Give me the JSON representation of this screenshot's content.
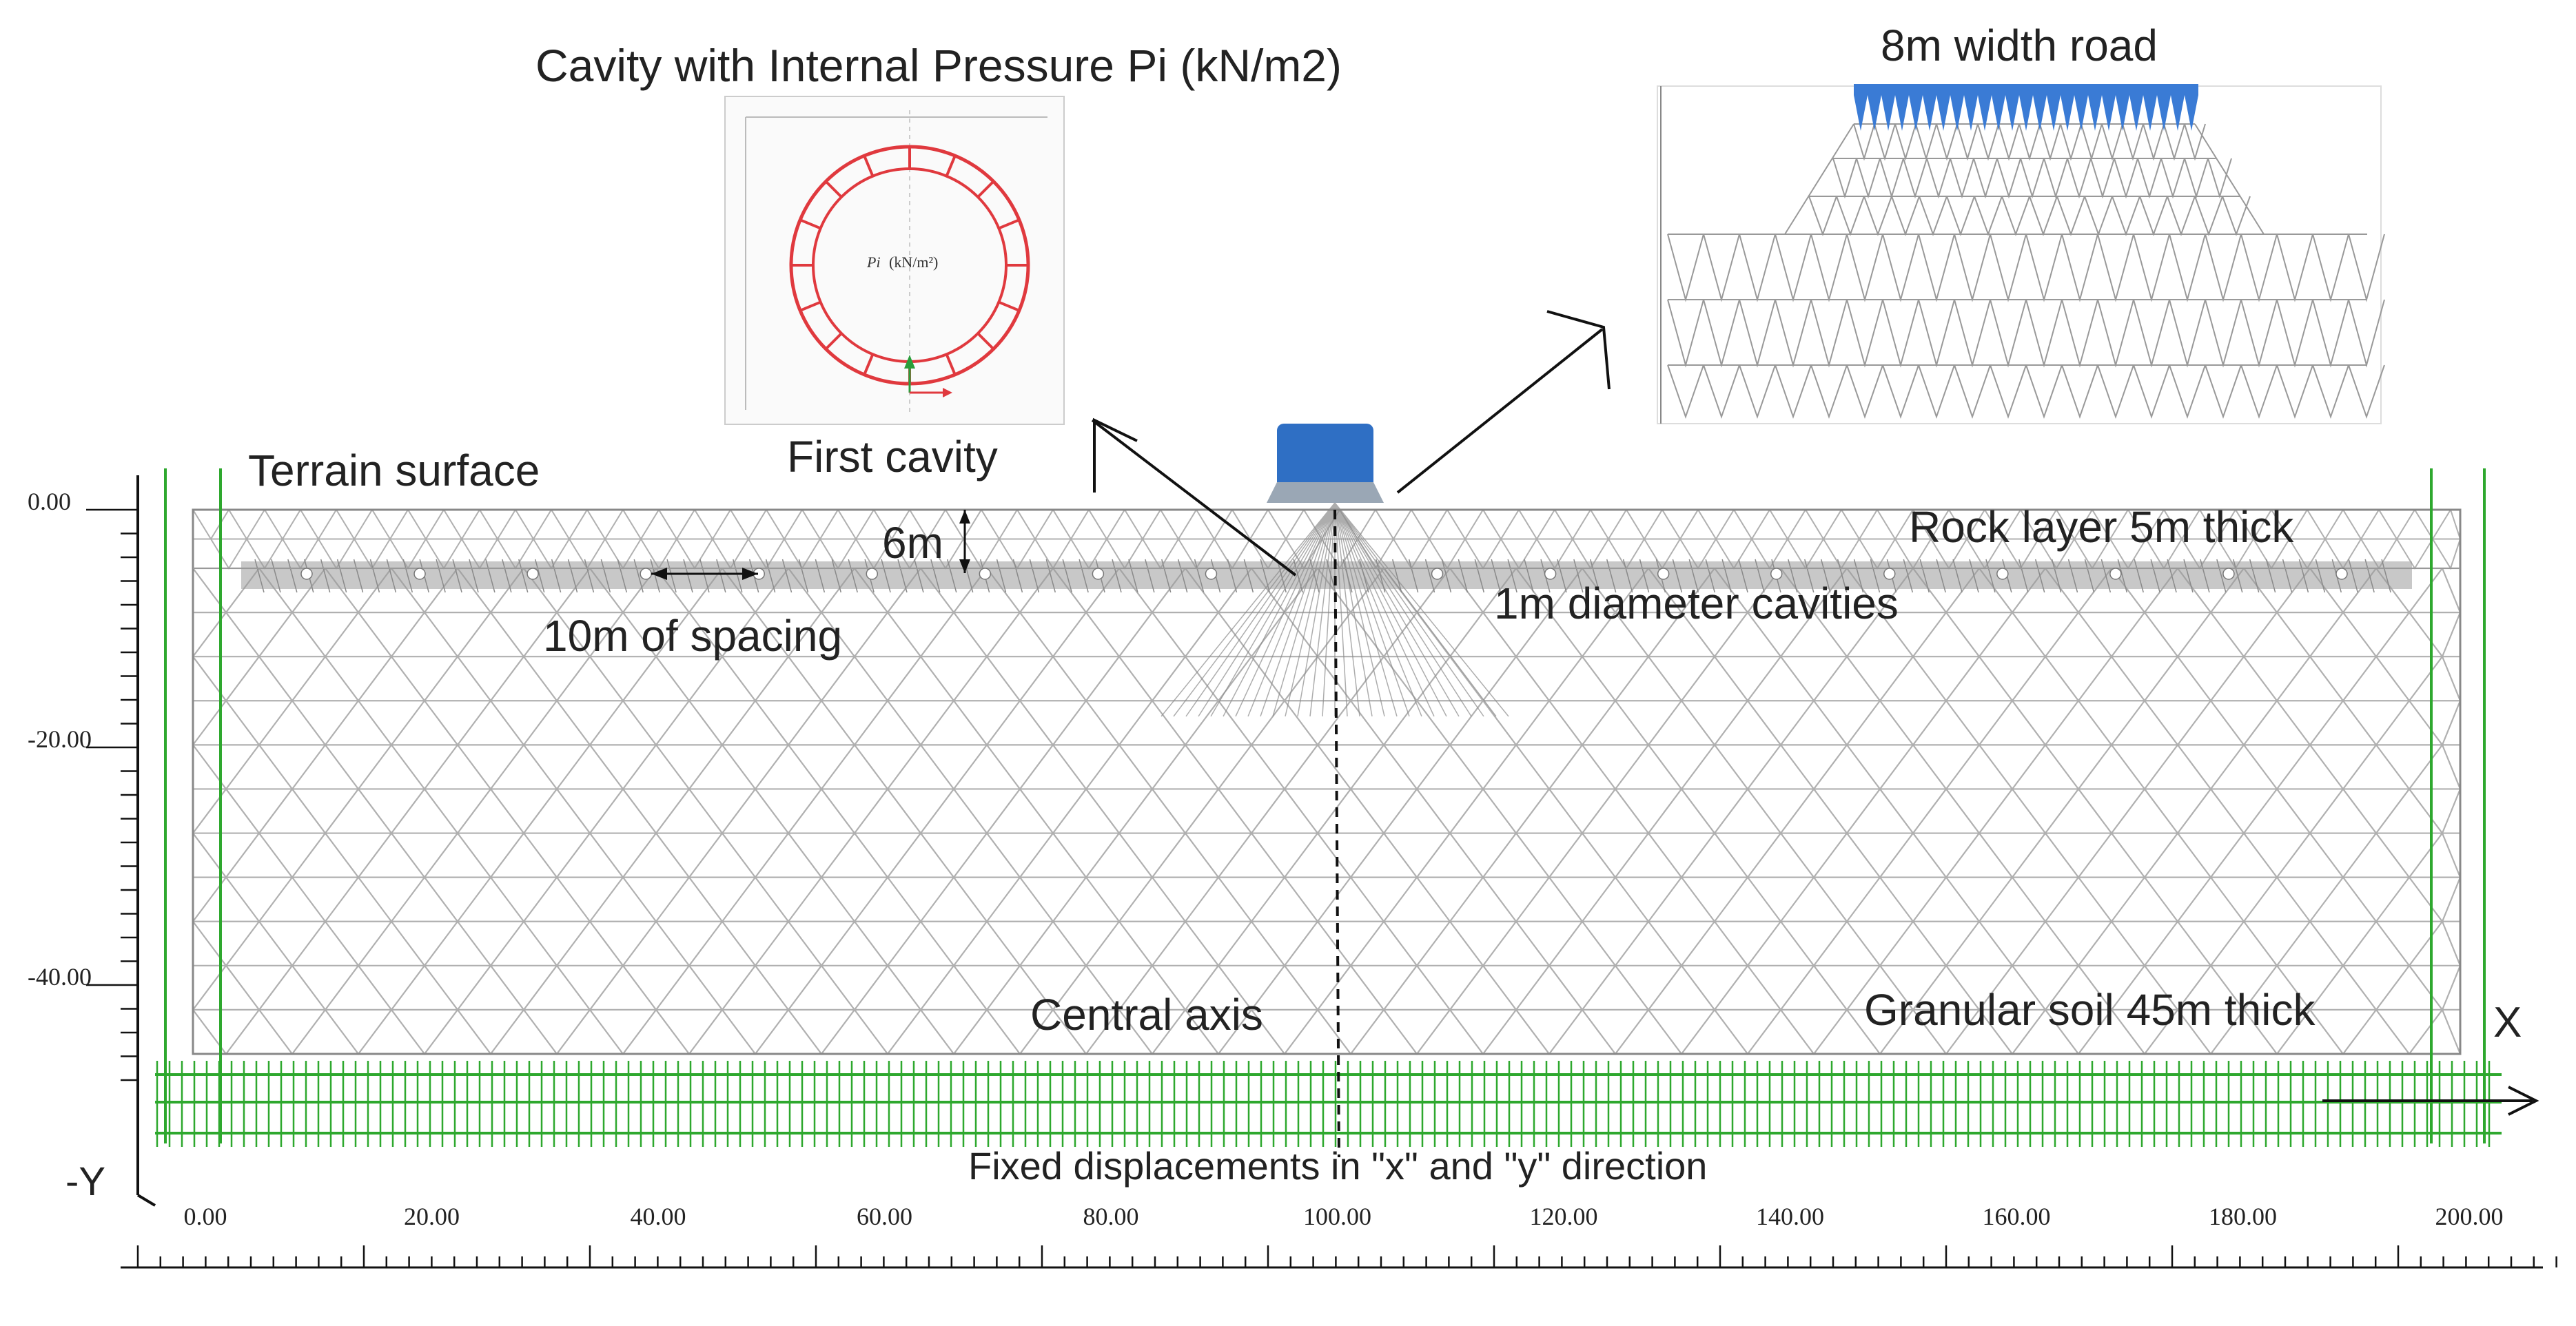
{
  "labels": {
    "cavity_title": "Cavity with Internal Pressure Pi (kN/m2)",
    "road_title": "8m width road",
    "terrain_surface": "Terrain surface",
    "first_cavity": "First cavity",
    "six_m": "6m",
    "rock_layer": "Rock layer 5m thick",
    "spacing": "10m of spacing",
    "cavities": "1m diameter cavities",
    "central_axis": "Central axis",
    "granular_soil": "Granular soil 45m thick",
    "fixed_disp": "Fixed displacements in \"x\" and \"y\" direction",
    "axis_x": "X",
    "axis_y": "-Y"
  },
  "inset_cavity": {
    "pi_label": "Pi",
    "pi_unit": "(kN/m²)",
    "ring_color": "#e0393e"
  },
  "road_load": {
    "color": "#3a7bd5"
  },
  "y_ticks": [
    "0.00",
    "-20.00",
    "-40.00"
  ],
  "x_ticks": [
    "0.00",
    "20.00",
    "40.00",
    "60.00",
    "80.00",
    "100.00",
    "120.00",
    "140.00",
    "160.00",
    "180.00",
    "200.00"
  ],
  "colors": {
    "mesh": "#b0b0b0",
    "mesh_dense": "#8a8a8a",
    "boundary": "#2ea82e",
    "text": "#222222",
    "road_block": "#2f6fc4"
  }
}
